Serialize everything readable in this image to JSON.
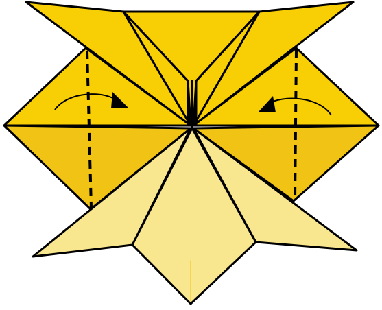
{
  "diagram": {
    "kind": "origami-folding-step",
    "colors": {
      "background": "#ffffff",
      "paper_bright": "#F8CE05",
      "paper_mid": "#F0C315",
      "paper_pale": "#F9E78F",
      "outline": "#000000",
      "fold_line": "#000000"
    },
    "fold_lines": [
      {
        "name": "left-valley-fold-line",
        "style": "dashed"
      },
      {
        "name": "right-valley-fold-line",
        "style": "dashed"
      }
    ],
    "arrows": [
      {
        "name": "left-fold-arrow",
        "direction": "right",
        "icon": "curved-arrow-right-icon"
      },
      {
        "name": "right-fold-arrow",
        "direction": "left",
        "icon": "curved-arrow-left-icon"
      }
    ]
  }
}
